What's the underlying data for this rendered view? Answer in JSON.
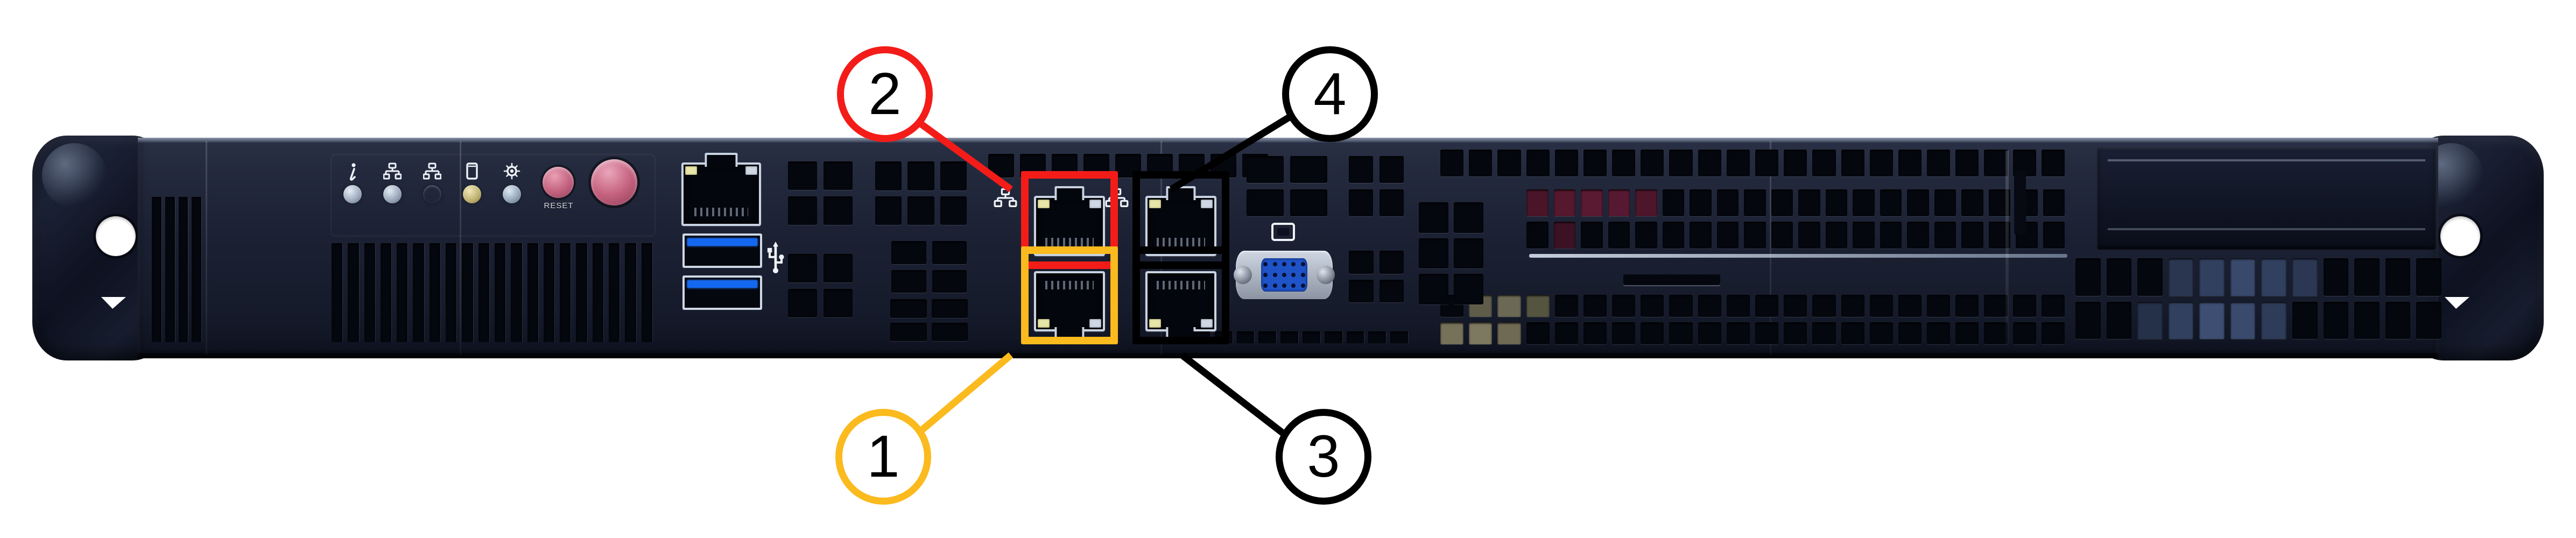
{
  "figure": {
    "title": "1U rack server front panel with numbered port callouts",
    "background_color": "#ffffff"
  },
  "device": {
    "form_factor": "1U rackmount server",
    "chassis_color": "#1b2133",
    "front_panel": {
      "control_panel": {
        "reset_button_label": "RESET",
        "power_button_label": "",
        "status_icons": [
          {
            "name": "information-led-icon",
            "glyph": "i"
          },
          {
            "name": "nic1-activity-led-icon",
            "glyph": "network"
          },
          {
            "name": "nic2-activity-led-icon",
            "glyph": "network"
          },
          {
            "name": "hdd-activity-led-icon",
            "glyph": "drive"
          },
          {
            "name": "power-led-icon",
            "glyph": "bulb"
          }
        ],
        "leds": [
          {
            "name": "information-led",
            "color": "#b9c4d2"
          },
          {
            "name": "nic1-led",
            "color": "#b6c0cd"
          },
          {
            "name": "nic2-led",
            "color": "#aab6c6"
          },
          {
            "name": "hdd-led",
            "color": "#c9c08c"
          },
          {
            "name": "power-led",
            "color": "#aebccb"
          }
        ]
      },
      "io_ports": [
        {
          "name": "ipmi-lan-port",
          "type": "RJ45",
          "label": ""
        },
        {
          "name": "usb3-port-top",
          "type": "USB 3.0",
          "label": ""
        },
        {
          "name": "usb3-port-bottom",
          "type": "USB 3.0",
          "label": ""
        },
        {
          "name": "vga-port",
          "type": "VGA D-Sub 15",
          "label": ""
        }
      ],
      "lan_ports": [
        {
          "name": "lan-port-2",
          "position": "top-left",
          "callout": "2"
        },
        {
          "name": "lan-port-1",
          "position": "bottom-left",
          "callout": "1"
        },
        {
          "name": "lan-port-4",
          "position": "top-right",
          "callout": "4"
        },
        {
          "name": "lan-port-3",
          "position": "bottom-right",
          "callout": "3"
        }
      ]
    }
  },
  "callouts": [
    {
      "id": "callout-1",
      "number": "1",
      "color": "#FBBA1D",
      "target": "lan-port-1",
      "target_box_color": "#FBBA1D"
    },
    {
      "id": "callout-2",
      "number": "2",
      "color": "#F41C18",
      "target": "lan-port-2",
      "target_box_color": "#F41C18"
    },
    {
      "id": "callout-3",
      "number": "3",
      "color": "#000000",
      "target": "lan-port-3",
      "target_box_color": "#000000"
    },
    {
      "id": "callout-4",
      "number": "4",
      "color": "#000000",
      "target": "lan-port-4",
      "target_box_color": "#000000"
    }
  ],
  "colors": {
    "red": "#F41C18",
    "amber": "#FBBA1D",
    "black": "#000000",
    "usb_blue": "#1468f0",
    "vga_blue": "#1f53c8",
    "button_pink": "#c4627f"
  }
}
